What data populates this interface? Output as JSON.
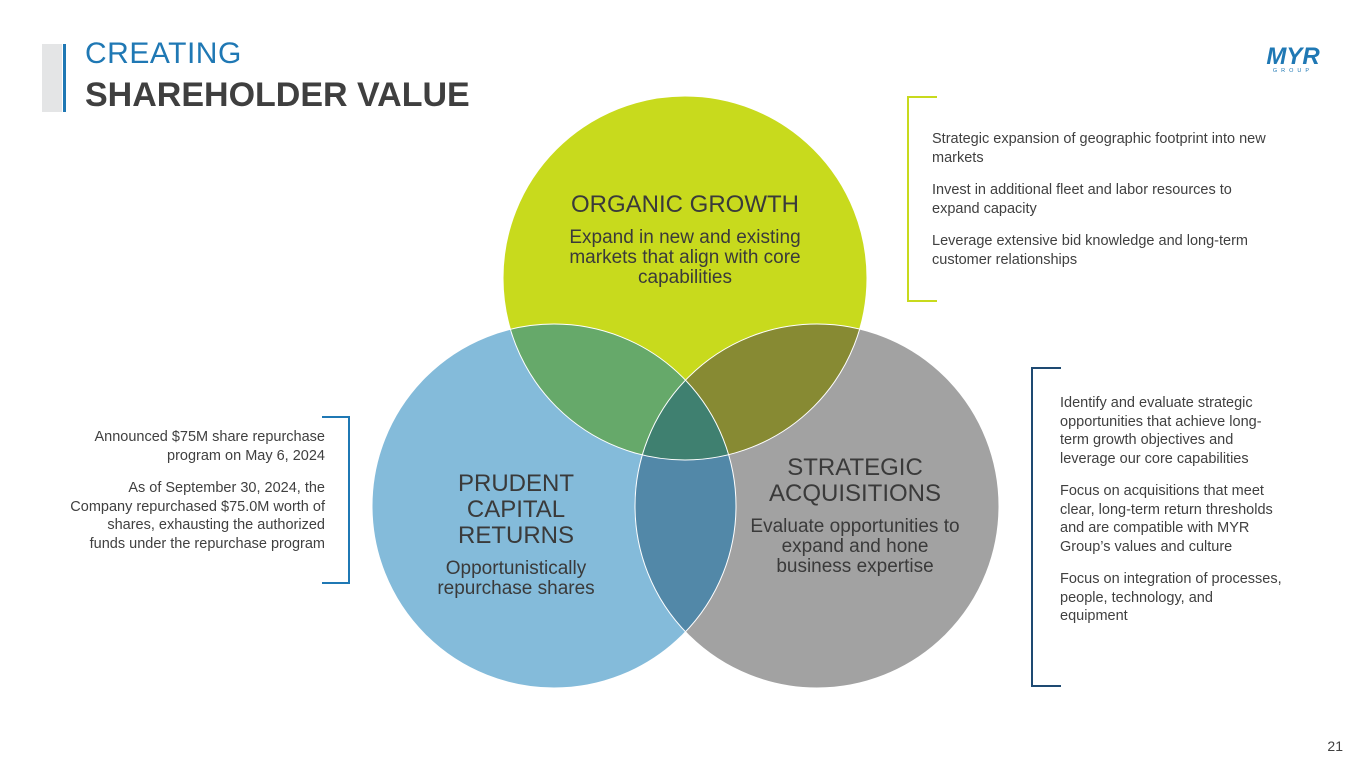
{
  "header": {
    "title_line1": "CREATING",
    "title_line2": "SHAREHOLDER VALUE"
  },
  "logo": {
    "text": "MYR",
    "subtext": "GROUP"
  },
  "circles": {
    "organic": {
      "title": "ORGANIC GROWTH",
      "subtitle": "Expand in new and existing markets that align with core capabilities",
      "color": "#c8da1d"
    },
    "capital": {
      "title": "PRUDENT CAPITAL RETURNS",
      "subtitle": "Opportunistically repurchase shares",
      "color": "#7fb8d8"
    },
    "acquisitions": {
      "title": "STRATEGIC ACQUISITIONS",
      "subtitle": "Evaluate opportunities to expand and hone business expertise",
      "color": "#a0a0a0"
    }
  },
  "organic_bullets": [
    "Strategic expansion of geographic footprint into new markets",
    "Invest in additional fleet and labor resources to expand capacity",
    "Leverage extensive bid knowledge and long-term customer relationships"
  ],
  "capital_bullets": [
    "Announced $75M share repurchase program on May 6, 2024",
    "As of September 30, 2024, the Company repurchased $75.0M worth of shares, exhausting the authorized funds under the repurchase program"
  ],
  "acquisition_bullets": [
    "Identify and evaluate strategic opportunities that achieve long-term growth objectives and leverage our core capabilities",
    "Focus on acquisitions that meet clear, long-term return thresholds and are compatible with MYR Group’s values and culture",
    "Focus on integration of processes, people, technology, and equipment"
  ],
  "page_number": "21",
  "colors": {
    "accent_blue": "#1f78b4",
    "bracket_green": "#c8da1d",
    "bracket_navy": "#1e4a72"
  }
}
